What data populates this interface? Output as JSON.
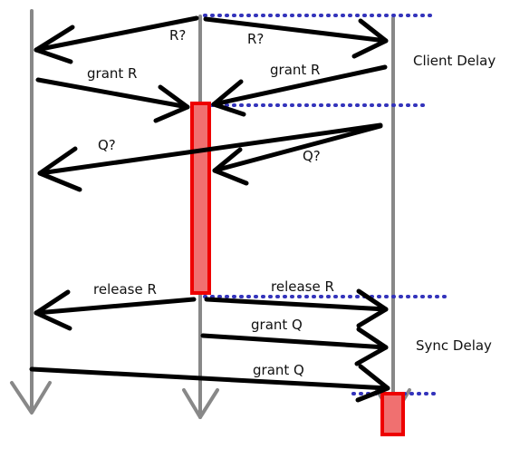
{
  "messages": {
    "r_query_left": "R?",
    "r_query_right": "R?",
    "grant_r_left": "grant R",
    "grant_r_right": "grant R",
    "q_query_left": "Q?",
    "q_query_mid": "Q?",
    "release_r_left": "release R",
    "release_r_right": "release R",
    "grant_q_mid": "grant Q",
    "grant_q_left": "grant Q"
  },
  "annotations": {
    "client_delay": "Client Delay",
    "sync_delay": "Sync Delay"
  },
  "colors": {
    "timeline": "#888888",
    "message": "#000000",
    "critical_section": "#f07070",
    "critical_border": "#ee0000",
    "delay_marker": "#3333bb"
  }
}
